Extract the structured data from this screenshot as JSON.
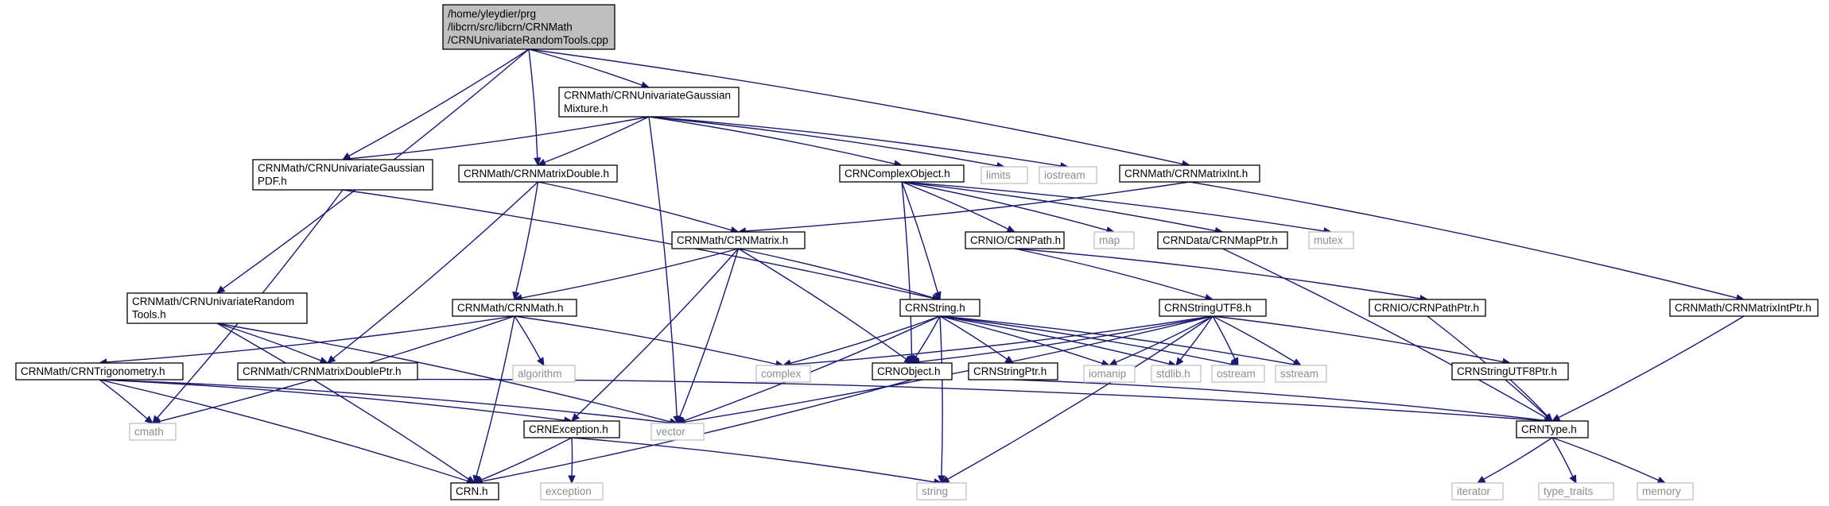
{
  "nodes": [
    {
      "id": "root",
      "lines": [
        "/home/yleydier/prg",
        "/libcrn/src/libcrn/CRNMath",
        "/CRNUnivariateRandomTools.cpp"
      ],
      "kind": "root"
    },
    {
      "id": "mixture",
      "lines": [
        "CRNMath/CRNUnivariateGaussian",
        "Mixture.h"
      ],
      "kind": "header"
    },
    {
      "id": "pdf",
      "lines": [
        "CRNMath/CRNUnivariateGaussian",
        "PDF.h"
      ],
      "kind": "header"
    },
    {
      "id": "matrixdouble",
      "lines": [
        "CRNMath/CRNMatrixDouble.h"
      ],
      "kind": "header"
    },
    {
      "id": "complexobject",
      "lines": [
        "CRNComplexObject.h"
      ],
      "kind": "header"
    },
    {
      "id": "limits",
      "lines": [
        "limits"
      ],
      "kind": "external"
    },
    {
      "id": "iostream",
      "lines": [
        "iostream"
      ],
      "kind": "external"
    },
    {
      "id": "matrixint",
      "lines": [
        "CRNMath/CRNMatrixInt.h"
      ],
      "kind": "header"
    },
    {
      "id": "matrix",
      "lines": [
        "CRNMath/CRNMatrix.h"
      ],
      "kind": "header"
    },
    {
      "id": "path",
      "lines": [
        "CRNIO/CRNPath.h"
      ],
      "kind": "header"
    },
    {
      "id": "map",
      "lines": [
        "map"
      ],
      "kind": "external"
    },
    {
      "id": "mapptr",
      "lines": [
        "CRNData/CRNMapPtr.h"
      ],
      "kind": "header"
    },
    {
      "id": "mutex",
      "lines": [
        "mutex"
      ],
      "kind": "external"
    },
    {
      "id": "randomtools",
      "lines": [
        "CRNMath/CRNUnivariateRandom",
        "Tools.h"
      ],
      "kind": "header"
    },
    {
      "id": "crnmath",
      "lines": [
        "CRNMath/CRNMath.h"
      ],
      "kind": "header"
    },
    {
      "id": "string",
      "lines": [
        "CRNString.h"
      ],
      "kind": "header"
    },
    {
      "id": "stringutf8",
      "lines": [
        "CRNStringUTF8.h"
      ],
      "kind": "header"
    },
    {
      "id": "pathptr",
      "lines": [
        "CRNIO/CRNPathPtr.h"
      ],
      "kind": "header"
    },
    {
      "id": "matrixintptr",
      "lines": [
        "CRNMath/CRNMatrixIntPtr.h"
      ],
      "kind": "header"
    },
    {
      "id": "trigonometry",
      "lines": [
        "CRNMath/CRNTrigonometry.h"
      ],
      "kind": "header"
    },
    {
      "id": "matrixdoubleptr",
      "lines": [
        "CRNMath/CRNMatrixDoublePtr.h"
      ],
      "kind": "header"
    },
    {
      "id": "algorithm",
      "lines": [
        "algorithm"
      ],
      "kind": "external"
    },
    {
      "id": "complex",
      "lines": [
        "complex"
      ],
      "kind": "external"
    },
    {
      "id": "object",
      "lines": [
        "CRNObject.h"
      ],
      "kind": "header"
    },
    {
      "id": "stringptr",
      "lines": [
        "CRNStringPtr.h"
      ],
      "kind": "header"
    },
    {
      "id": "iomanip",
      "lines": [
        "iomanip"
      ],
      "kind": "external"
    },
    {
      "id": "stdlib",
      "lines": [
        "stdlib.h"
      ],
      "kind": "external"
    },
    {
      "id": "ostream",
      "lines": [
        "ostream"
      ],
      "kind": "external"
    },
    {
      "id": "sstream",
      "lines": [
        "sstream"
      ],
      "kind": "external"
    },
    {
      "id": "stringutf8ptr",
      "lines": [
        "CRNStringUTF8Ptr.h"
      ],
      "kind": "header"
    },
    {
      "id": "cmath",
      "lines": [
        "cmath"
      ],
      "kind": "external"
    },
    {
      "id": "vector",
      "lines": [
        "vector"
      ],
      "kind": "external"
    },
    {
      "id": "exception",
      "lines": [
        "CRNException.h"
      ],
      "kind": "header"
    },
    {
      "id": "type",
      "lines": [
        "CRNType.h"
      ],
      "kind": "header"
    },
    {
      "id": "crn",
      "lines": [
        "CRN.h"
      ],
      "kind": "header"
    },
    {
      "id": "stdexception",
      "lines": [
        "exception"
      ],
      "kind": "external"
    },
    {
      "id": "stdstring",
      "lines": [
        "string"
      ],
      "kind": "external"
    },
    {
      "id": "iterator",
      "lines": [
        "iterator"
      ],
      "kind": "external"
    },
    {
      "id": "type_traits",
      "lines": [
        "type_traits"
      ],
      "kind": "external"
    },
    {
      "id": "memory",
      "lines": [
        "memory"
      ],
      "kind": "external"
    }
  ],
  "edges": [
    [
      "root",
      "mixture"
    ],
    [
      "root",
      "pdf"
    ],
    [
      "root",
      "matrixdouble"
    ],
    [
      "root",
      "matrixint"
    ],
    [
      "root",
      "randomtools"
    ],
    [
      "mixture",
      "pdf"
    ],
    [
      "mixture",
      "matrixdouble"
    ],
    [
      "mixture",
      "complexobject"
    ],
    [
      "mixture",
      "limits"
    ],
    [
      "mixture",
      "iostream"
    ],
    [
      "mixture",
      "vector"
    ],
    [
      "pdf",
      "string"
    ],
    [
      "pdf",
      "cmath"
    ],
    [
      "matrixdouble",
      "matrix"
    ],
    [
      "matrixdouble",
      "crnmath"
    ],
    [
      "matrixdouble",
      "matrixdoubleptr"
    ],
    [
      "complexobject",
      "string"
    ],
    [
      "complexobject",
      "object"
    ],
    [
      "complexobject",
      "path"
    ],
    [
      "complexobject",
      "map"
    ],
    [
      "complexobject",
      "mapptr"
    ],
    [
      "complexobject",
      "mutex"
    ],
    [
      "matrixint",
      "matrix"
    ],
    [
      "matrixint",
      "matrixintptr"
    ],
    [
      "matrix",
      "crnmath"
    ],
    [
      "matrix",
      "string"
    ],
    [
      "matrix",
      "object"
    ],
    [
      "matrix",
      "vector"
    ],
    [
      "matrix",
      "exception"
    ],
    [
      "path",
      "stringutf8"
    ],
    [
      "path",
      "pathptr"
    ],
    [
      "mapptr",
      "type"
    ],
    [
      "randomtools",
      "matrixdoubleptr"
    ],
    [
      "randomtools",
      "vector"
    ],
    [
      "randomtools",
      "crn"
    ],
    [
      "crnmath",
      "trigonometry"
    ],
    [
      "crnmath",
      "algorithm"
    ],
    [
      "crnmath",
      "complex"
    ],
    [
      "crnmath",
      "cmath"
    ],
    [
      "crnmath",
      "crn"
    ],
    [
      "string",
      "complex"
    ],
    [
      "string",
      "object"
    ],
    [
      "string",
      "stringptr"
    ],
    [
      "string",
      "iomanip"
    ],
    [
      "string",
      "stdlib"
    ],
    [
      "string",
      "ostream"
    ],
    [
      "string",
      "sstream"
    ],
    [
      "string",
      "vector"
    ],
    [
      "string",
      "stdstring"
    ],
    [
      "stringutf8",
      "complex"
    ],
    [
      "stringutf8",
      "object"
    ],
    [
      "stringutf8",
      "iomanip"
    ],
    [
      "stringutf8",
      "stdlib"
    ],
    [
      "stringutf8",
      "ostream"
    ],
    [
      "stringutf8",
      "sstream"
    ],
    [
      "stringutf8",
      "stringutf8ptr"
    ],
    [
      "stringutf8",
      "vector"
    ],
    [
      "stringutf8",
      "stdstring"
    ],
    [
      "pathptr",
      "type"
    ],
    [
      "matrixintptr",
      "type"
    ],
    [
      "trigonometry",
      "cmath"
    ],
    [
      "trigonometry",
      "vector"
    ],
    [
      "trigonometry",
      "exception"
    ],
    [
      "trigonometry",
      "crn"
    ],
    [
      "matrixdoubleptr",
      "type"
    ],
    [
      "object",
      "crn"
    ],
    [
      "stringptr",
      "type"
    ],
    [
      "stringutf8ptr",
      "type"
    ],
    [
      "exception",
      "crn"
    ],
    [
      "exception",
      "stdexception"
    ],
    [
      "exception",
      "stdstring"
    ],
    [
      "type",
      "iterator"
    ],
    [
      "type",
      "type_traits"
    ],
    [
      "type",
      "memory"
    ]
  ],
  "colors": {
    "edge": "#191970",
    "root_fill": "#bfbfbf",
    "header_fill": "#ffffff",
    "external_border": "#bfbfbf",
    "external_text": "#8c8c8c"
  }
}
